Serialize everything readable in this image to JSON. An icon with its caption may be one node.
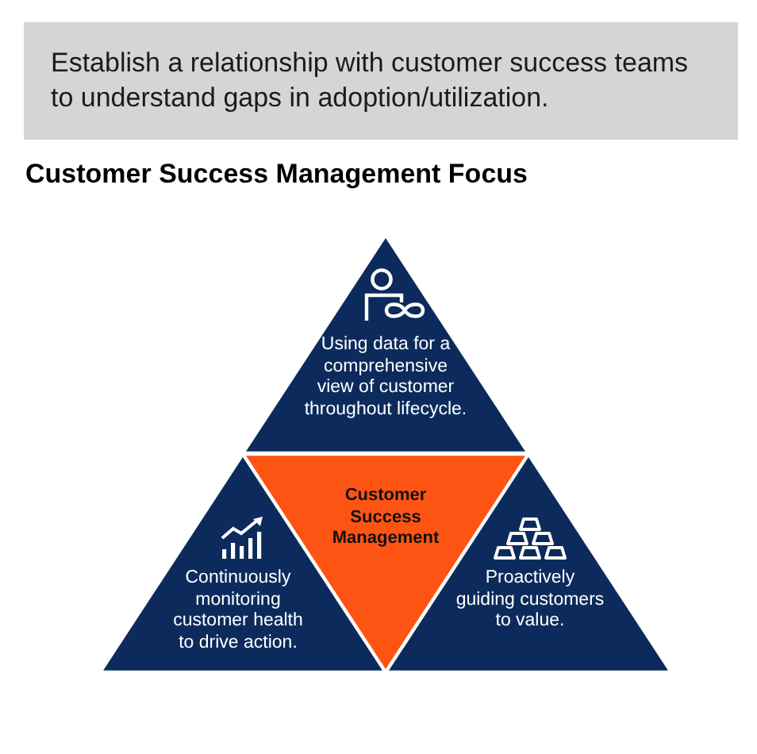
{
  "diagram": {
    "title": "Customer Success Management Focus",
    "nodes": [
      {
        "text": [
          "Establish a relationship with customer success teams to understand gaps in adoption/utilization."
        ]
      },
      {
        "text": [
          "Using data for a comprehensive view of customer throughout lifecycle."
        ]
      },
      {
        "text": [
          "Continuously monitoring customer health to drive action."
        ]
      },
      {
        "text": [
          "Customer Success Management"
        ]
      },
      {
        "text": [
          "Proactively guiding customers to value."
        ]
      }
    ]
  }
}
